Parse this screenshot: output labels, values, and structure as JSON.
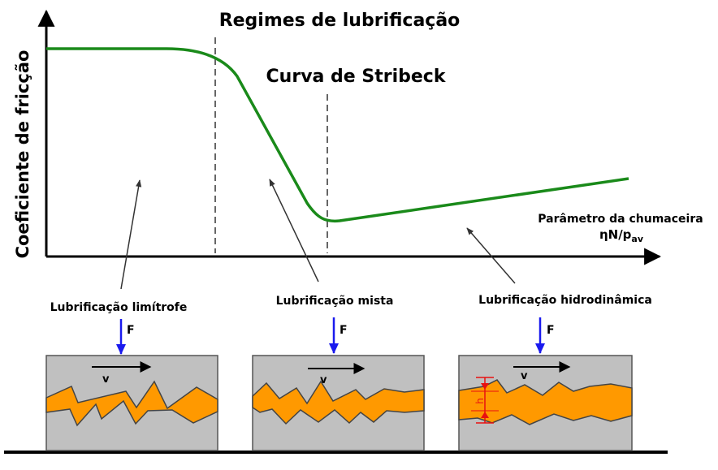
{
  "title": "Regimes de lubrificação",
  "curve_title": "Curva de Stribeck",
  "y_axis_label": "Coeficiente de fricção",
  "x_axis_label_line1": "Parâmetro da chumaceira",
  "x_axis_label_eta_n": "ηN/p",
  "x_axis_label_sub": "av",
  "regimes": [
    {
      "label": "Lubrificação limítrofe"
    },
    {
      "label": "Lubrificação mista"
    },
    {
      "label": "Lubrificação hidrodinâmica"
    }
  ],
  "force_label": "F",
  "velocity_label": "v",
  "film_thickness_label": "h",
  "colors": {
    "curve": "#1a8a1a",
    "lubricant": "#ff9900",
    "block": "#c0c0c0",
    "force_arrow": "#1a1aee",
    "thickness_marker": "#e81010",
    "axis": "#000000"
  }
}
